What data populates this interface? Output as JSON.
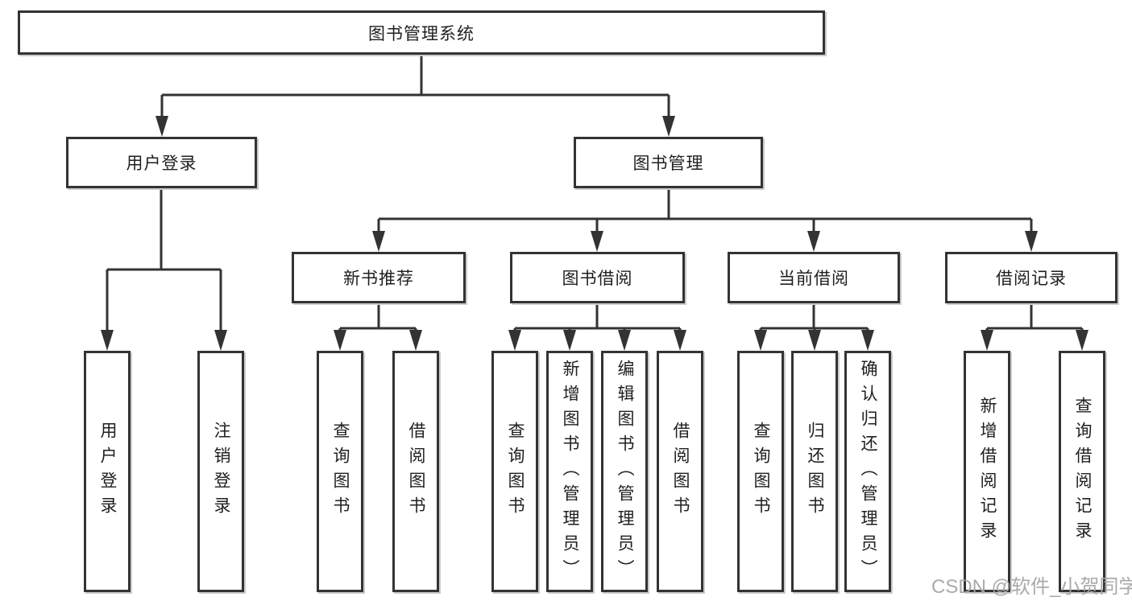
{
  "diagram": {
    "type": "hierarchy-flowchart",
    "colors": {
      "line": "#333333",
      "box_border": "#333333",
      "box_background": "#ffffff",
      "text": "#1f1f1f",
      "watermark": "#a5a5a5"
    },
    "tree": {
      "label": "图书管理系统",
      "children": [
        {
          "label": "用户登录",
          "leaves": [
            "用户登录",
            "注销登录"
          ]
        },
        {
          "label": "图书管理",
          "children": [
            {
              "label": "新书推荐",
              "leaves": [
                "查询图书",
                "借阅图书"
              ]
            },
            {
              "label": "图书借阅",
              "leaves": [
                "查询图书",
                "新增图书（管理员）",
                "编辑图书（管理员）",
                "借阅图书"
              ]
            },
            {
              "label": "当前借阅",
              "leaves": [
                "查询图书",
                "归还图书",
                "确认归还（管理员）"
              ]
            },
            {
              "label": "借阅记录",
              "leaves": [
                "新增借阅记录",
                "查询借阅记录"
              ]
            }
          ]
        }
      ]
    },
    "watermark": "CSDN @软件_小贺同学"
  }
}
